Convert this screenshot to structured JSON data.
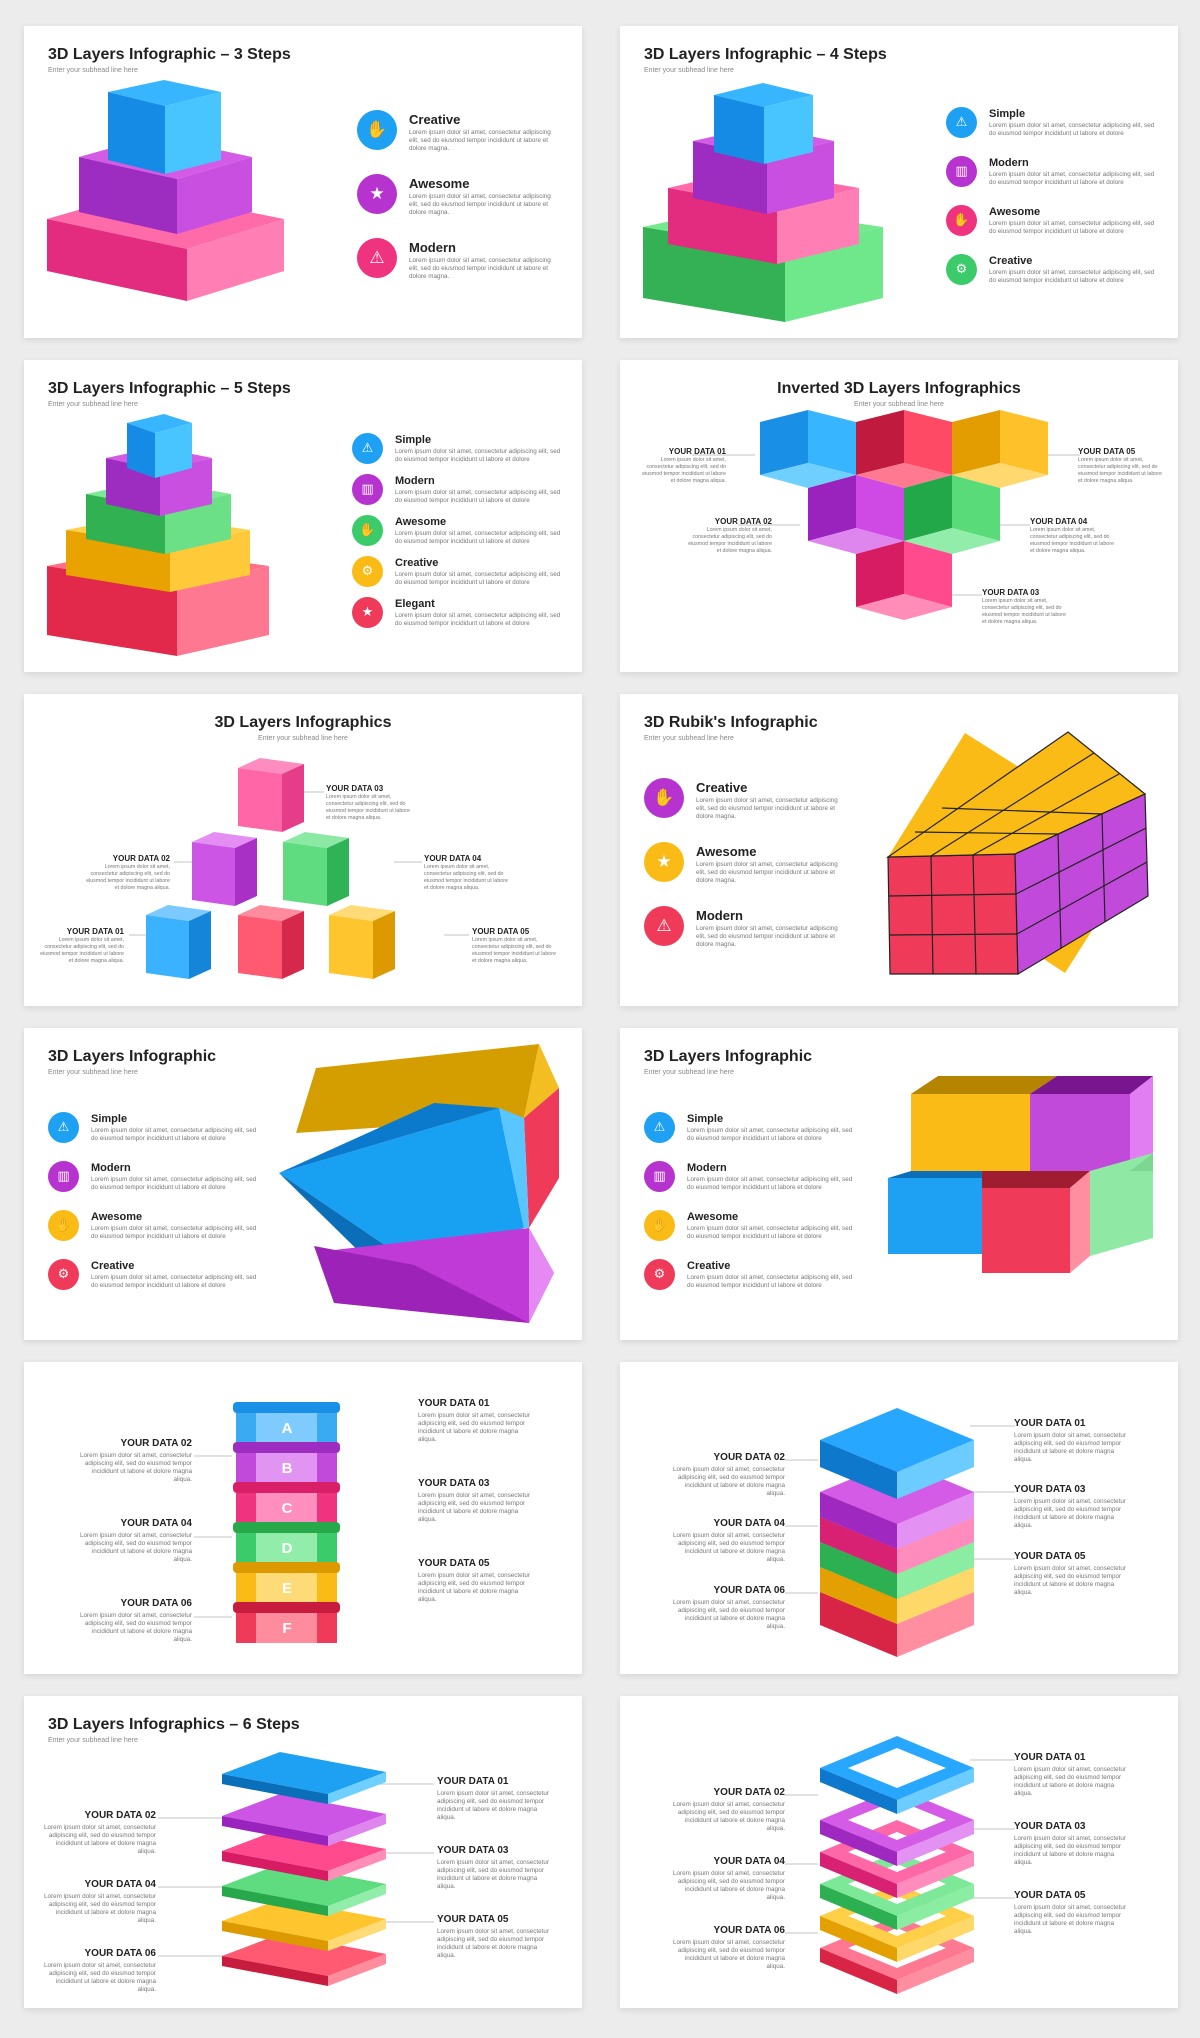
{
  "lorem_short": "Lorem ipsum dolor sit amet, consectetur adipiscing elit, sed do eiusmod tempor incididunt ut labore et dolore magna.",
  "lorem_two": "Lorem ipsum dolor sit amet, consectetur adipiscing elit, sed do eiusmod tempor incididunt ut labore et dolore",
  "lorem_data": "Lorem ipsum dolor sit amet, consectetur adipiscing elit, sed do eiusmod tempor incididunt ut labore et dolore magna aliqua.",
  "subhead": "Enter your subhead line here",
  "colors": {
    "blue": "#1ea1f2",
    "purple": "#b633cf",
    "pink": "#f0337f",
    "red": "#ef3a5a",
    "green": "#3ccb6a",
    "yellow": "#fbbb17"
  },
  "slides": [
    {
      "title": "3D Layers Infographic – 3 Steps",
      "items": [
        {
          "label": "Creative",
          "icon": "handshake-icon"
        },
        {
          "label": "Awesome",
          "icon": "star-icon"
        },
        {
          "label": "Modern",
          "icon": "warning-icon"
        }
      ]
    },
    {
      "title": "3D Layers Infographic – 4 Steps",
      "items": [
        {
          "label": "Simple",
          "icon": "warning-icon"
        },
        {
          "label": "Modern",
          "icon": "chart-icon"
        },
        {
          "label": "Awesome",
          "icon": "handshake-icon"
        },
        {
          "label": "Creative",
          "icon": "gear-icon"
        }
      ]
    },
    {
      "title": "3D Layers Infographic – 5 Steps",
      "items": [
        {
          "label": "Simple",
          "icon": "warning-icon"
        },
        {
          "label": "Modern",
          "icon": "chart-icon"
        },
        {
          "label": "Awesome",
          "icon": "handshake-icon"
        },
        {
          "label": "Creative",
          "icon": "gear-icon"
        },
        {
          "label": "Elegant",
          "icon": "star-icon"
        }
      ]
    },
    {
      "title": "Inverted 3D Layers Infographics",
      "data": [
        "YOUR DATA 01",
        "YOUR DATA 02",
        "YOUR DATA 03",
        "YOUR DATA 04",
        "YOUR DATA 05"
      ]
    },
    {
      "title": "3D Layers Infographics",
      "data": [
        "YOUR DATA 01",
        "YOUR DATA 02",
        "YOUR DATA 03",
        "YOUR DATA 04",
        "YOUR DATA 05"
      ]
    },
    {
      "title": "3D Rubik's Infographic",
      "items": [
        {
          "label": "Creative",
          "icon": "handshake-icon"
        },
        {
          "label": "Awesome",
          "icon": "star-icon"
        },
        {
          "label": "Modern",
          "icon": "warning-icon"
        }
      ]
    },
    {
      "title": "3D Layers Infographic",
      "items": [
        {
          "label": "Simple",
          "icon": "warning-icon"
        },
        {
          "label": "Modern",
          "icon": "chart-icon"
        },
        {
          "label": "Awesome",
          "icon": "handshake-icon"
        },
        {
          "label": "Creative",
          "icon": "gear-icon"
        }
      ]
    },
    {
      "title": "3D Layers Infographic",
      "items": [
        {
          "label": "Simple",
          "icon": "warning-icon"
        },
        {
          "label": "Modern",
          "icon": "chart-icon"
        },
        {
          "label": "Awesome",
          "icon": "handshake-icon"
        },
        {
          "label": "Creative",
          "icon": "gear-icon"
        }
      ]
    },
    {
      "letters": [
        "A",
        "B",
        "C",
        "D",
        "E",
        "F"
      ],
      "data": [
        "YOUR DATA 01",
        "YOUR DATA 02",
        "YOUR DATA 03",
        "YOUR DATA 04",
        "YOUR DATA 05",
        "YOUR DATA 06"
      ]
    },
    {
      "data": [
        "YOUR DATA 01",
        "YOUR DATA 02",
        "YOUR DATA 03",
        "YOUR DATA 04",
        "YOUR DATA 05",
        "YOUR DATA 06"
      ]
    },
    {
      "title": "3D Layers Infographics – 6 Steps",
      "data": [
        "YOUR DATA 01",
        "YOUR DATA 02",
        "YOUR DATA 03",
        "YOUR DATA 04",
        "YOUR DATA 05",
        "YOUR DATA 06"
      ]
    },
    {
      "data": [
        "YOUR DATA 01",
        "YOUR DATA 02",
        "YOUR DATA 03",
        "YOUR DATA 04",
        "YOUR DATA 05",
        "YOUR DATA 06"
      ]
    }
  ]
}
